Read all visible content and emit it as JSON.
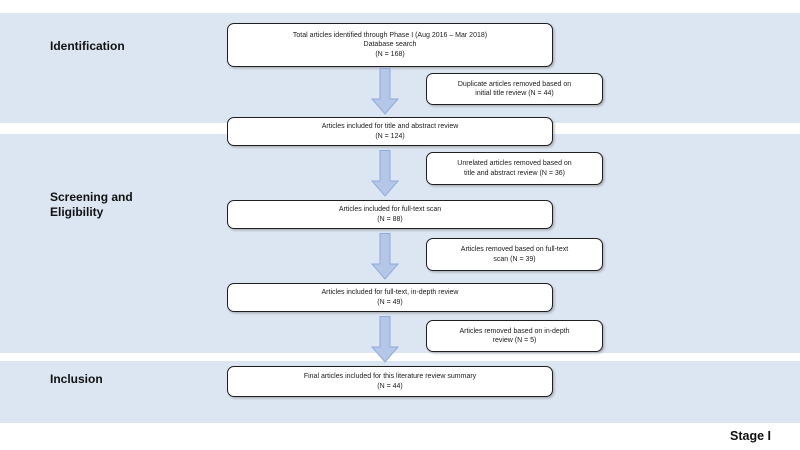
{
  "phases": {
    "identification": {
      "label": "Identification"
    },
    "screening": {
      "label_line1": "Screening and",
      "label_line2": "Eligibility"
    },
    "inclusion": {
      "label": "Inclusion"
    }
  },
  "stage_label": "Stage I",
  "main_boxes": [
    {
      "lines": [
        "Total articles identified through Phase I (Aug 2016 – Mar 2018)",
        "Database search",
        "(N = 168)"
      ]
    },
    {
      "lines": [
        "Articles included for title and abstract review",
        "(N = 124)"
      ]
    },
    {
      "lines": [
        "Articles included for full-text scan",
        "(N = 88)"
      ]
    },
    {
      "lines": [
        "Articles included for full-text, in-depth review",
        "(N = 49)"
      ]
    },
    {
      "lines": [
        "Final articles included for this literature review summary",
        "(N = 44)"
      ]
    }
  ],
  "exclusion_boxes": [
    {
      "lines": [
        "Duplicate articles removed based on",
        "initial title review (N = 44)"
      ]
    },
    {
      "lines": [
        "Unrelated articles removed based on",
        "title and abstract review (N = 36)"
      ]
    },
    {
      "lines": [
        "Articles removed based on full-text",
        "scan (N = 39)"
      ]
    },
    {
      "lines": [
        "Articles removed based on in-depth",
        "review  (N = 5)"
      ]
    }
  ],
  "colors": {
    "band_background": "#dce6f2",
    "arrow_fill": "#b4c7e7",
    "arrow_border": "#8faadc",
    "box_border": "#1f1f1f",
    "box_fill": "#ffffff",
    "text": "#1a1a1a"
  }
}
